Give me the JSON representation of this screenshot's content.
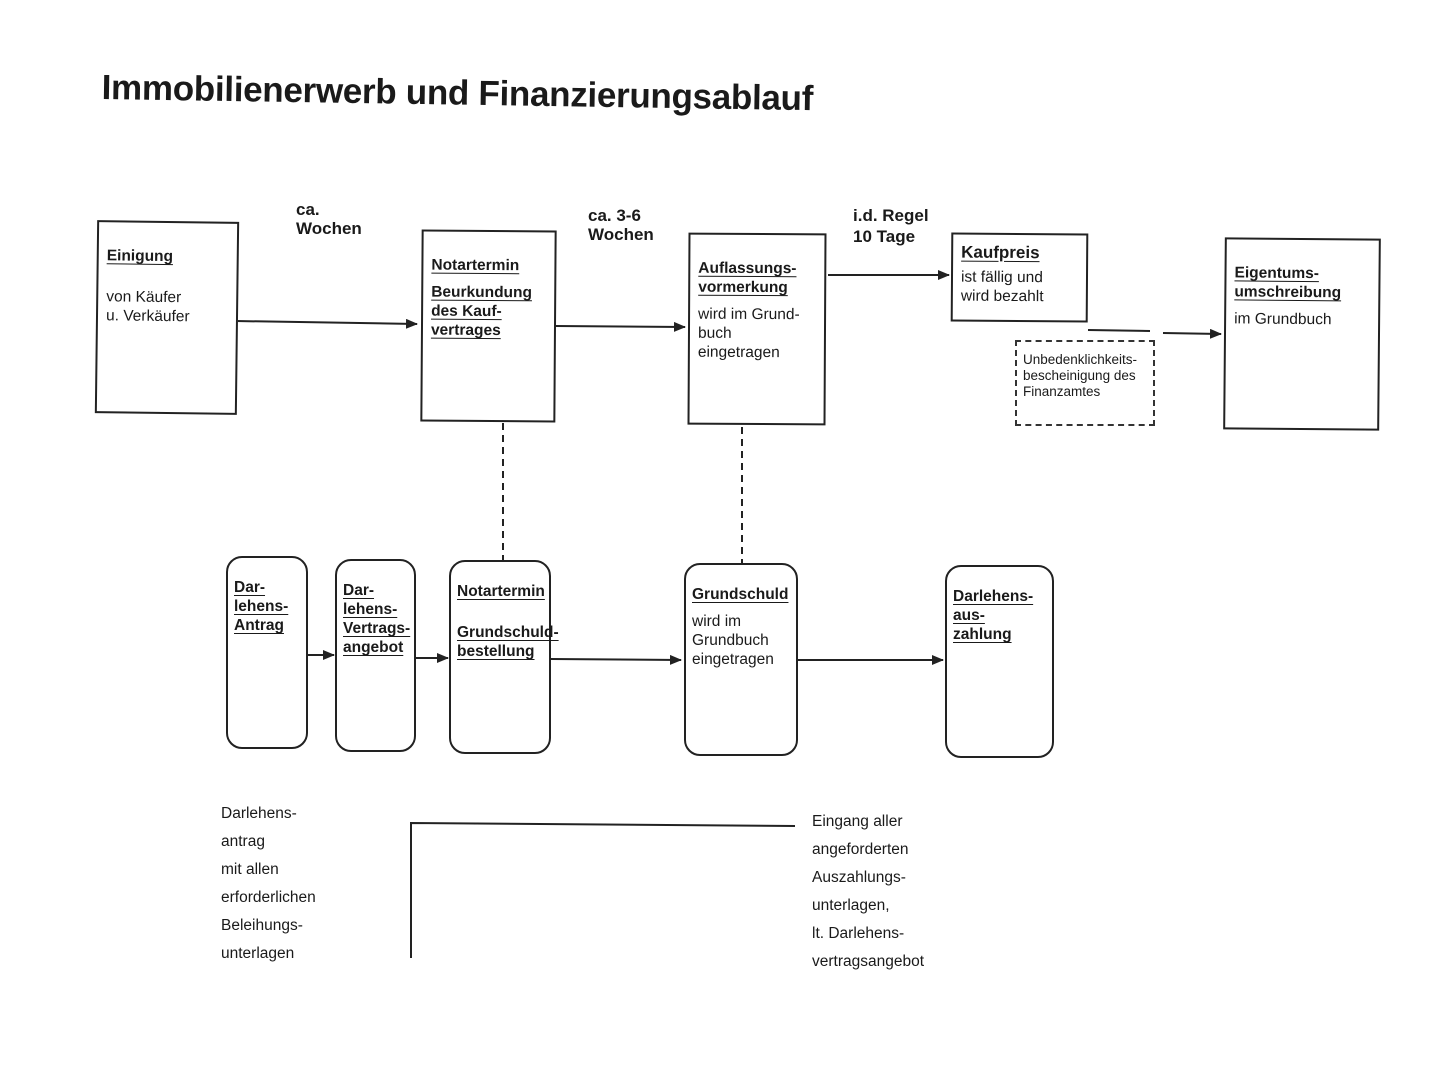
{
  "title": "Immobilienerwerb und Finanzierungsablauf",
  "top_row": {
    "einigung": {
      "heading": "Einigung",
      "text": "von Käufer\nu. Verkäufer"
    },
    "notartermin_kauf": {
      "heading1": "Notartermin",
      "heading2": "Beurkundung\ndes Kauf-\nvertrages"
    },
    "auflassung": {
      "heading": "Auflassungs-\nvormerkung",
      "text": "wird im Grund-\nbuch\neingetragen"
    },
    "kaufpreis": {
      "heading": "Kaufpreis",
      "text": "ist fällig und\nwird bezahlt"
    },
    "unbedenklichkeit": {
      "text": "Unbedenklichkeits-\nbescheinigung des\nFinanzamtes"
    },
    "eigentum": {
      "heading": "Eigentums-\numschreibung",
      "text": "im Grundbuch"
    }
  },
  "durations": {
    "d1": "ca.\nWochen",
    "d2": "ca. 3-6\nWochen",
    "d3_line1": "i.d. Regel",
    "d3_line2": "10 Tage"
  },
  "bottom_row": {
    "darlehensantrag": {
      "heading": "Dar-\nlehens-\nAntrag"
    },
    "vertragsangebot": {
      "heading": "Dar-\nlehens-\nVertrags-\nangebot"
    },
    "notartermin_grundschuld": {
      "heading1": "Notartermin",
      "heading2": "Grundschuld-\nbestellung"
    },
    "grundschuld": {
      "heading": "Grundschuld",
      "text": "wird im\nGrundbuch\neingetragen"
    },
    "auszahlung": {
      "heading": "Darlehens-\naus-\nzahlung"
    }
  },
  "notes": {
    "left": "Darlehens-\nantrag\nmit allen\nerforderlichen\nBeleihungs-\nunterlagen",
    "right": "Eingang aller\nangeforderten\nAuszahlungs-\nunterlagen,\nlt. Darlehens-\nvertragsangebot"
  }
}
